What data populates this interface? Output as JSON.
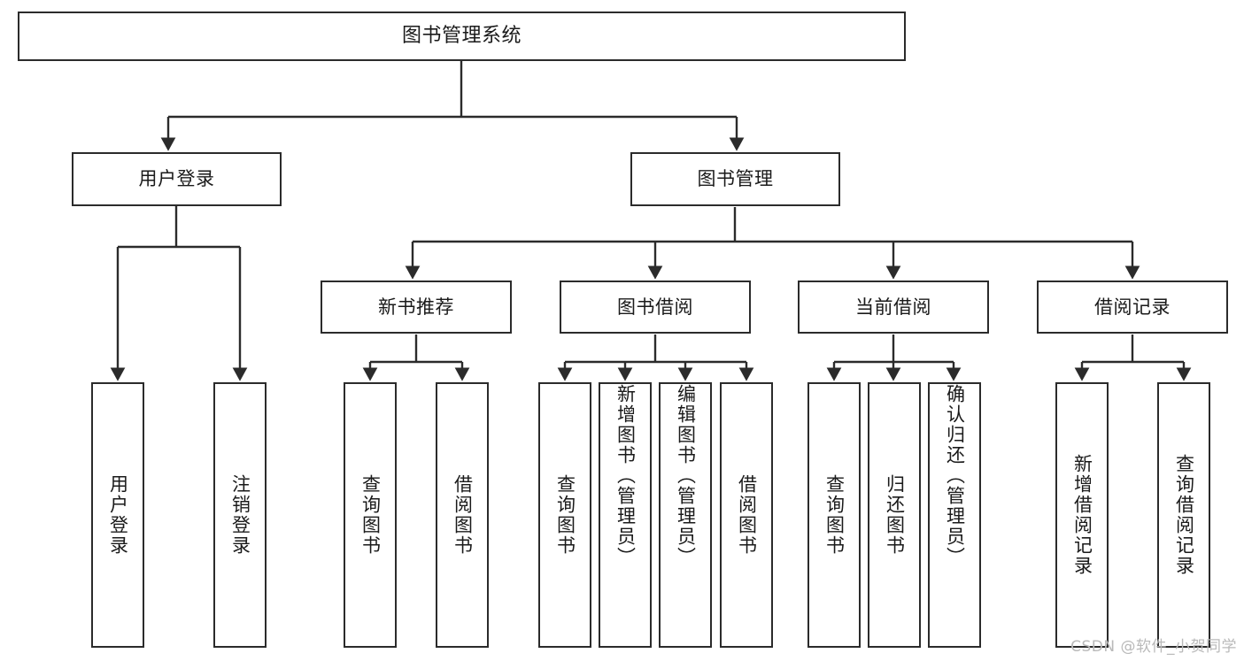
{
  "diagram": {
    "title": "图书管理系统",
    "type": "hierarchy-tree",
    "watermark": "CSDN @软件_小贺同学",
    "nodes": {
      "root": {
        "label": "图书管理系统"
      },
      "level2": [
        {
          "label": "用户登录"
        },
        {
          "label": "图书管理"
        }
      ],
      "level3": [
        {
          "label": "新书推荐"
        },
        {
          "label": "图书借阅"
        },
        {
          "label": "当前借阅"
        },
        {
          "label": "借阅记录"
        }
      ],
      "leaves": {
        "user_login": [
          {
            "label": "用户登录"
          },
          {
            "label": "注销登录"
          }
        ],
        "new_book_recommend": [
          {
            "label": "查询图书"
          },
          {
            "label": "借阅图书"
          }
        ],
        "book_borrow": [
          {
            "label": "查询图书"
          },
          {
            "label": "新增图书（管理员）"
          },
          {
            "label": "编辑图书（管理员）"
          },
          {
            "label": "借阅图书"
          }
        ],
        "current_borrow": [
          {
            "label": "查询图书"
          },
          {
            "label": "归还图书"
          },
          {
            "label": "确认归还（管理员）"
          }
        ],
        "borrow_record": [
          {
            "label": "新增借阅记录"
          },
          {
            "label": "查询借阅记录"
          }
        ]
      }
    },
    "colors": {
      "stroke": "#2b2b2b",
      "fill": "#ffffff",
      "text": "#1a1a1a",
      "watermark": "#b9b9b9"
    }
  }
}
